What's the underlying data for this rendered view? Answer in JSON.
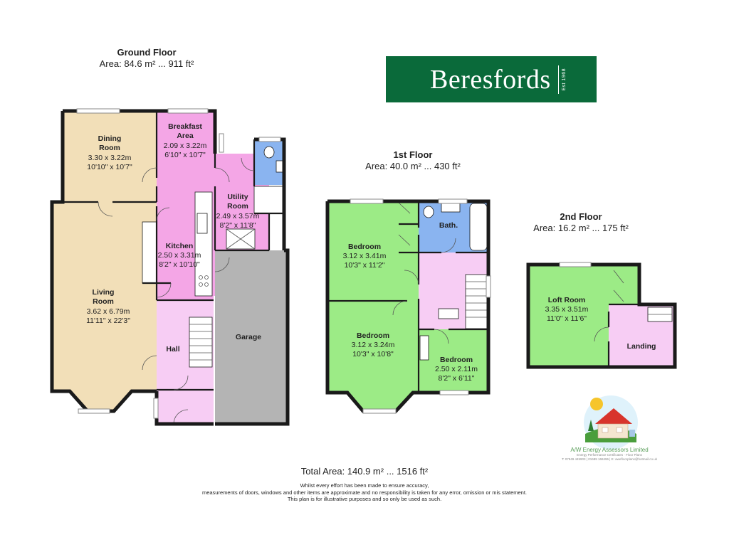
{
  "floors": {
    "ground": {
      "title": "Ground Floor",
      "area": "Area: 84.6 m² ... 911 ft²"
    },
    "first": {
      "title": "1st Floor",
      "area": "Area: 40.0 m² ... 430 ft²"
    },
    "second": {
      "title": "2nd Floor",
      "area": "Area: 16.2 m² ... 175 ft²"
    }
  },
  "rooms": {
    "dining": {
      "name": [
        "Dining",
        "Room"
      ],
      "metric": "3.30 x 3.22m",
      "imperial": "10'10\" x 10'7\""
    },
    "breakfast": {
      "name": [
        "Breakfast",
        "Area"
      ],
      "metric": "2.09 x 3.22m",
      "imperial": "6'10\" x 10'7\""
    },
    "utility": {
      "name": [
        "Utility",
        "Room"
      ],
      "metric": "2.49 x 3.57m",
      "imperial": "8'2\" x 11'8\""
    },
    "kitchen": {
      "name": [
        "Kitchen"
      ],
      "metric": "2.50 x 3.31m",
      "imperial": "8'2\" x 10'10\""
    },
    "living": {
      "name": [
        "Living",
        "Room"
      ],
      "metric": "3.62 x 6.79m",
      "imperial": "11'11\" x 22'3\""
    },
    "hall": {
      "name": [
        "Hall"
      ]
    },
    "garage": {
      "name": [
        "Garage"
      ]
    },
    "bedroom1": {
      "name": [
        "Bedroom"
      ],
      "metric": "3.12 x 3.41m",
      "imperial": "10'3\" x 11'2\""
    },
    "bath": {
      "name": [
        "Bath."
      ]
    },
    "bedroom2": {
      "name": [
        "Bedroom"
      ],
      "metric": "3.12 x 3.24m",
      "imperial": "10'3\" x 10'8\""
    },
    "bedroom3": {
      "name": [
        "Bedroom"
      ],
      "metric": "2.50 x 2.11m",
      "imperial": "8'2\" x 6'11\""
    },
    "loft": {
      "name": [
        "Loft Room"
      ],
      "metric": "3.35 x 3.51m",
      "imperial": "11'0\" x 11'6\""
    },
    "landing": {
      "name": [
        "Landing"
      ]
    }
  },
  "logo": {
    "brand": "Beresfords",
    "est": "Est 1968",
    "color": "#0a6a3a"
  },
  "total_area": "Total Area: 140.9 m² ... 1516 ft²",
  "disclaimer": [
    "Whilst every effort has been made to ensure accuracy,",
    "measurements of doors, windows and other items are approximate and no responsibility is taken for any error, omission or mis statement.",
    "This plan is for illustrative purposes and so only be used as such."
  ],
  "assessor": {
    "name": "A/W Energy Assessors Limited",
    "tagline": "Energy Performance Certificates · Floor Plans",
    "contact": "T: 07949 445903 | 01689 168496 | E: awefloorplans@hotmail.co.uk"
  },
  "colors": {
    "reception": "#f2dfb8",
    "kitchen": "#f4a6e6",
    "hall": "#f7cdf4",
    "bathroom": "#8ab4f0",
    "bedroom": "#9ceb86",
    "garage": "#b4b4b4"
  }
}
